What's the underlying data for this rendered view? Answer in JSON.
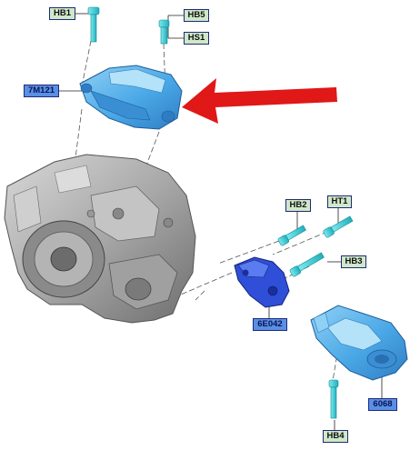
{
  "diagram": {
    "labels": {
      "hb1": "HB1",
      "hb5": "HB5",
      "hs1": "HS1",
      "m121": "7M121",
      "hb2": "HB2",
      "ht1": "HT1",
      "hb3": "HB3",
      "e042": "6E042",
      "hb4": "HB4",
      "p6068": "6068"
    },
    "colors": {
      "part_blue": "#4aa8e6",
      "part_blue_dark": "#2f7cc4",
      "part_blue_light": "#8fd0f5",
      "bolt_cyan": "#3fd0d8",
      "bracket_blue": "#2f4fd8",
      "arrow_red": "#e01818",
      "transmission_gray": "#9a9a9a",
      "label_green": "#cfe8c8",
      "label_blue": "#5a8fe6"
    }
  }
}
